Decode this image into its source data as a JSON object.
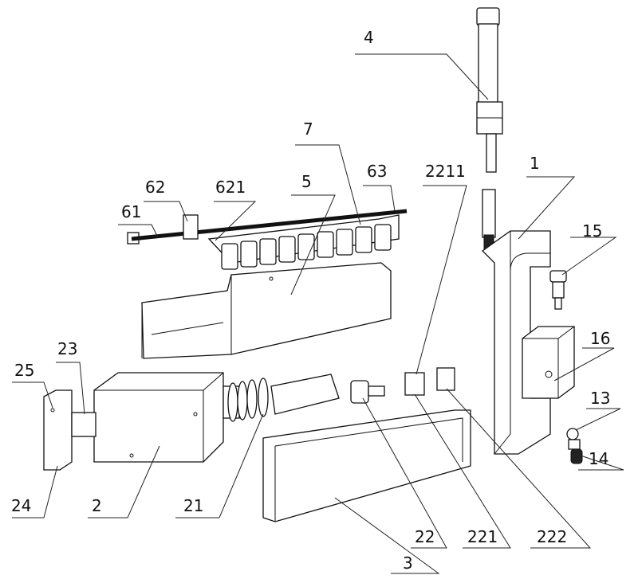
{
  "labels": {
    "l4": "4",
    "l7": "7",
    "l63": "63",
    "l2211": "2211",
    "l1": "1",
    "l62": "62",
    "l621": "621",
    "l5": "5",
    "l61": "61",
    "l15": "15",
    "l16": "16",
    "l23": "23",
    "l25": "25",
    "l13": "13",
    "l14": "14",
    "l24": "24",
    "l2": "2",
    "l21": "21",
    "l22": "22",
    "l221": "221",
    "l222": "222",
    "l3": "3"
  }
}
